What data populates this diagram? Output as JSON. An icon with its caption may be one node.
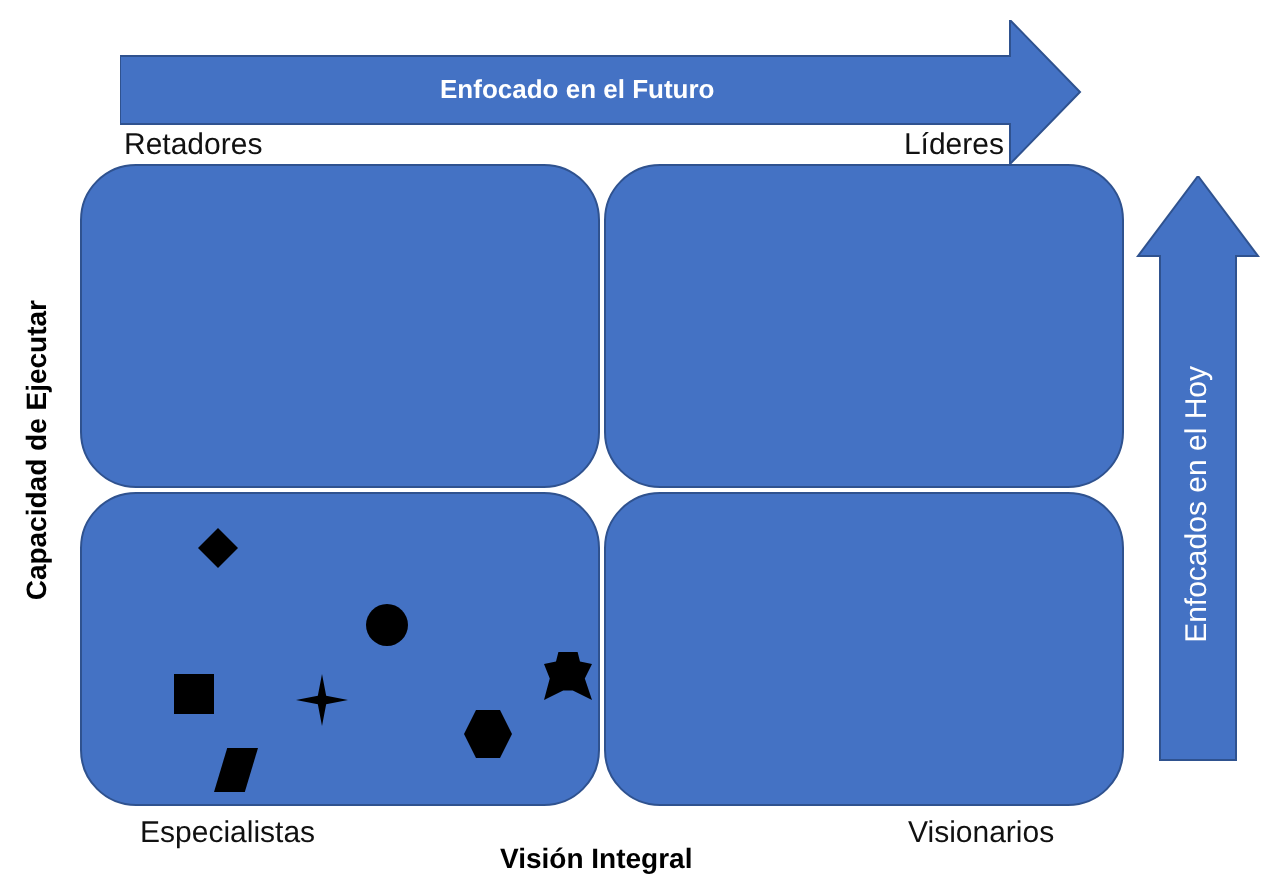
{
  "diagram": {
    "nodes": [
      {
        "text": [
          "Enfocado en el Futuro"
        ]
      },
      {
        "text": [
          "Retadores"
        ]
      },
      {
        "text": [
          "Líderes"
        ]
      },
      {
        "text": [
          "Enfocados en el Hoy"
        ]
      },
      {
        "text": [
          "Especialistas"
        ]
      },
      {
        "text": [
          "Visionarios"
        ]
      },
      {
        "text": [],
        "shape": "diamond",
        "in": 4
      },
      {
        "text": [],
        "shape": "circle",
        "in": 4
      },
      {
        "text": [],
        "shape": "shield",
        "in": 4
      },
      {
        "text": [],
        "shape": "square",
        "in": 4
      },
      {
        "text": [],
        "shape": "star",
        "in": 4
      },
      {
        "text": [],
        "shape": "hexagon",
        "in": 4
      },
      {
        "text": [],
        "shape": "parallelogram",
        "in": 4
      }
    ],
    "edges": [],
    "labels": [
      "Capacidad de Ejecutar",
      "Visión Integral"
    ]
  }
}
